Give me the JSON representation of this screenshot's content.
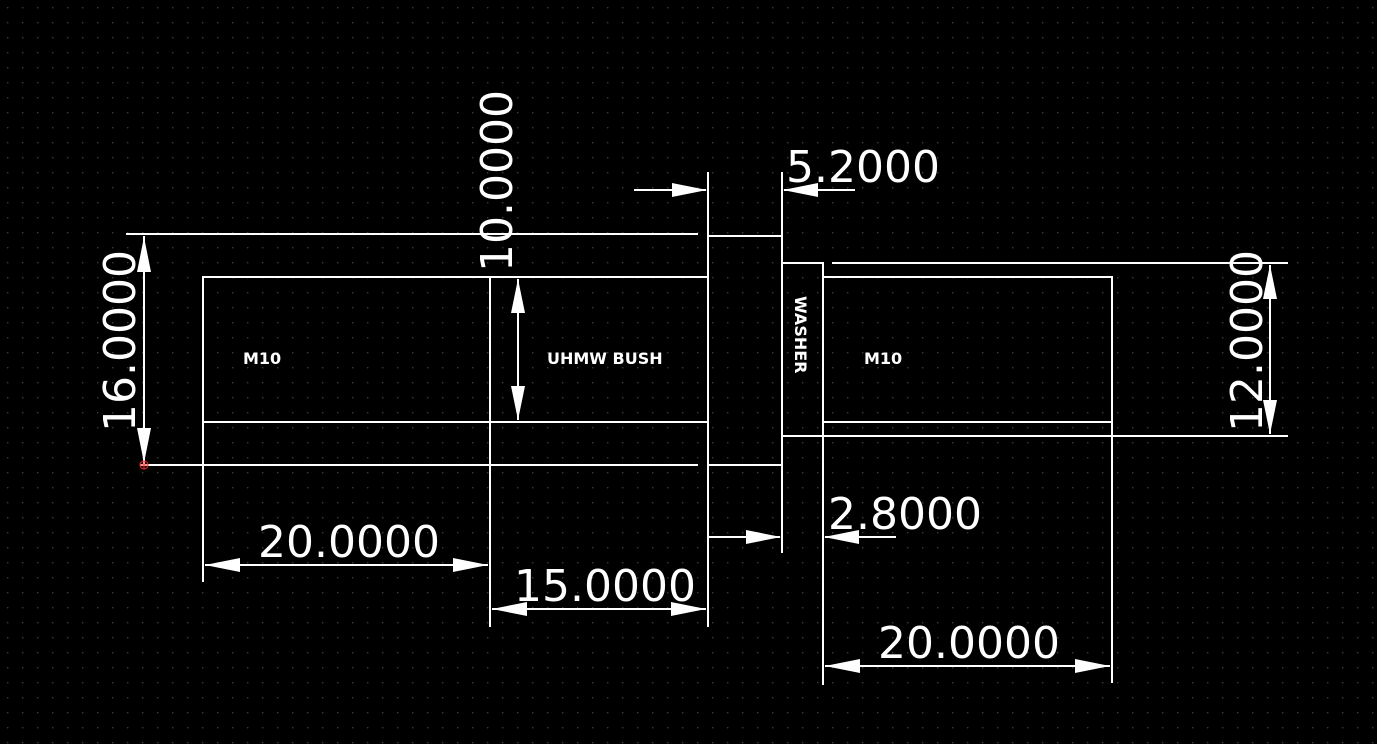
{
  "colors": {
    "background": "#000000",
    "grid_dot": "#3a3a3a",
    "lines": "#ffffff",
    "cursor": "#ff2a2a"
  },
  "dimensions": {
    "height_16": "16.0000",
    "height_10": "10.0000",
    "width_5_2": "5.2000",
    "height_12": "12.0000",
    "width_20_left": "20.0000",
    "width_15": "15.0000",
    "width_2_8": "2.8000",
    "width_20_right": "20.0000"
  },
  "labels": {
    "left_part": "M10",
    "bush": "UHMW BUSH",
    "washer": "WASHER",
    "right_part": "M10"
  },
  "icons": {
    "cursor": "crosshair-icon"
  }
}
